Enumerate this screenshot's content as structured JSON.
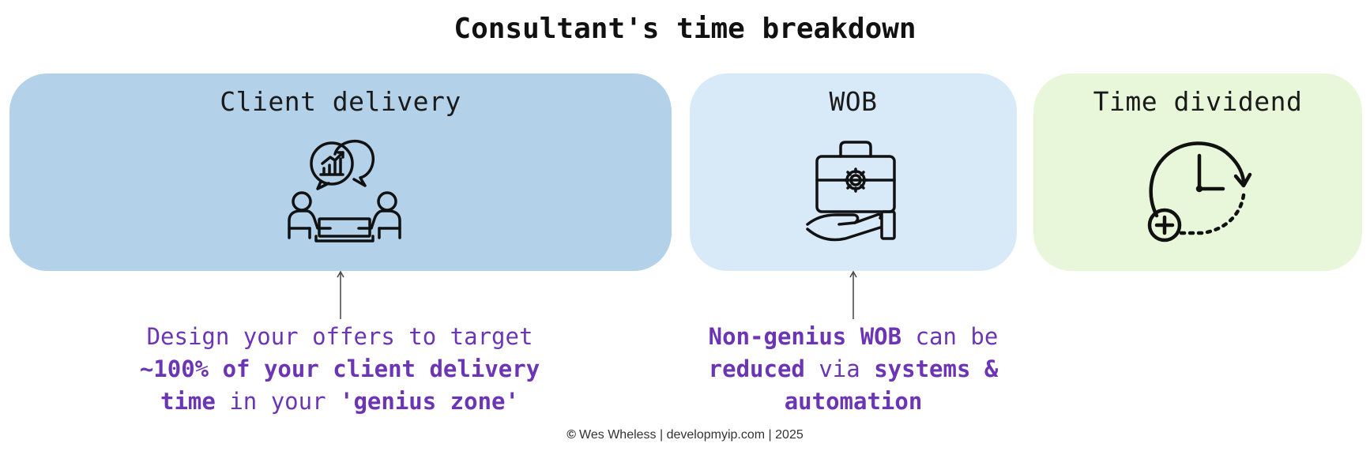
{
  "title": "Consultant's time breakdown",
  "boxes": {
    "client": {
      "label": "Client delivery",
      "icon": "meeting-chart-icon",
      "color": "#b3d2ea"
    },
    "wob": {
      "label": "WOB",
      "icon": "briefcase-gear-hand-icon",
      "color": "#d8e9f7"
    },
    "time": {
      "label": "Time dividend",
      "icon": "clock-plus-icon",
      "color": "#e8f7da"
    }
  },
  "notes": {
    "left": {
      "l1": "Design your offers to target",
      "l2": "~100% of your client delivery",
      "l3a": "time",
      "l3b": " in your ",
      "l3c": "'genius zone'"
    },
    "right": {
      "l1a": "Non-genius WOB",
      "l1b": " can be",
      "l2a": "reduced",
      "l2b": " via ",
      "l2c": "systems &",
      "l3": "automation"
    },
    "color": "#6b35b4"
  },
  "footer": {
    "copyright_symbol": "©",
    "text": "Wes Wheless | developmyip.com | 2025"
  }
}
